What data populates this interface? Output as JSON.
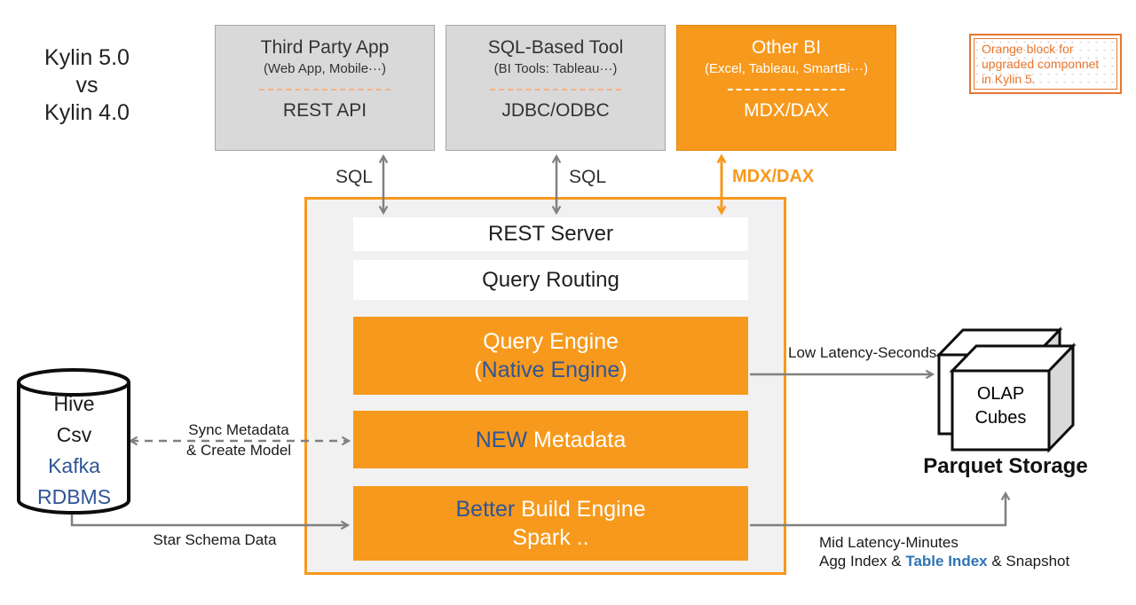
{
  "title": {
    "line1": "Kylin 5.0",
    "line2": "vs",
    "line3": "Kylin 4.0"
  },
  "top_boxes": [
    {
      "title": "Third Party App",
      "subtitle": "(Web App, Mobile···)",
      "api": "REST API"
    },
    {
      "title": "SQL-Based Tool",
      "subtitle": "(BI Tools: Tableau···)",
      "api": "JDBC/ODBC"
    },
    {
      "title": "Other BI",
      "subtitle": "(Excel, Tableau, SmartBi···)",
      "api": "MDX/DAX"
    }
  ],
  "legend": {
    "text": "Orange block for upgraded componnet in Kylin 5."
  },
  "arrow_labels": {
    "sql_left": "SQL",
    "sql_right": "SQL",
    "mdx": "MDX/DAX"
  },
  "server": {
    "rest_server": "REST Server",
    "query_routing": "Query Routing",
    "query_engine": {
      "line1": "Query Engine",
      "open": "(",
      "em": "Native Engine",
      "close": ")"
    },
    "metadata": {
      "em": "NEW",
      "rest": " Metadata"
    },
    "build": {
      "em": "Better",
      "rest": " Build Engine",
      "line2": "Spark .."
    }
  },
  "datasource": {
    "items": [
      {
        "label": "Hive"
      },
      {
        "label": "Csv"
      },
      {
        "label": "Kafka"
      },
      {
        "label": "RDBMS"
      }
    ]
  },
  "flows": {
    "sync_line1": "Sync Metadata",
    "sync_line2": "& Create Model",
    "star": "Star Schema Data",
    "low": "Low Latency-Seconds",
    "mid_line1": "Mid Latency-Minutes",
    "mid_pre": "Agg Index & ",
    "mid_em": "Table Index",
    "mid_post": " & Snapshot"
  },
  "storage": {
    "cube_line1": "OLAP",
    "cube_line2": "Cubes",
    "label": "Parquet Storage"
  },
  "colors": {
    "orange": "#F7991C",
    "legend_orange": "#E8762D",
    "navy": "#2F5597",
    "bright_blue": "#2E74B5",
    "box_gray": "#D9D9D9",
    "box_border": "#A6A6A6",
    "arrow_gray": "#808080",
    "panel_gray": "#F1F1F2",
    "text_dark": "#262626"
  }
}
